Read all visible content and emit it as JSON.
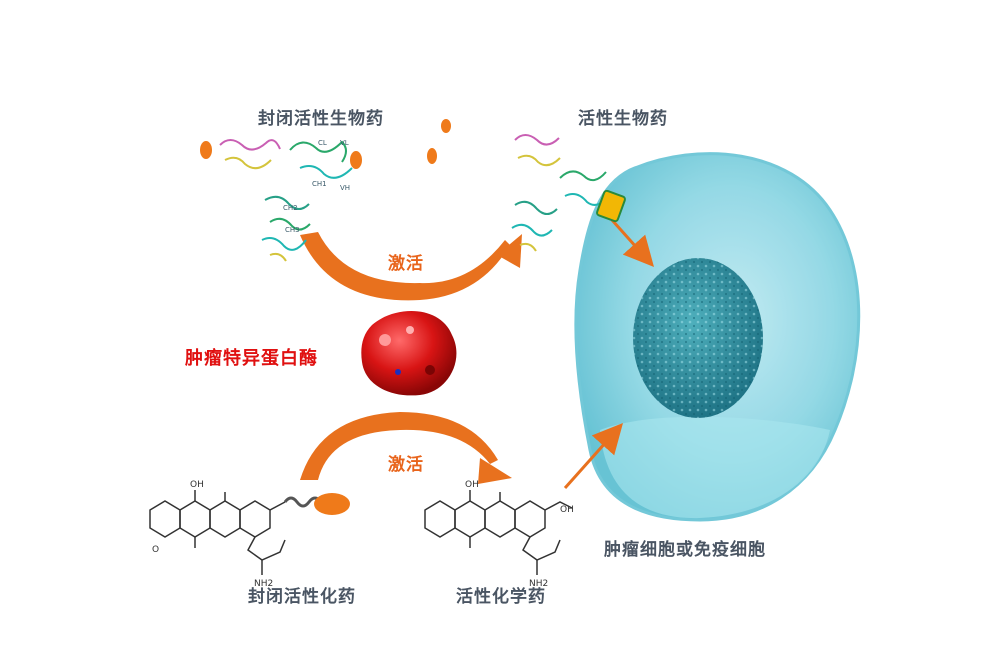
{
  "labels": {
    "masked_biologic": "封闭活性生物药",
    "active_biologic": "活性生物药",
    "activate_top": "激活",
    "tumor_enzyme": "肿瘤特异蛋白酶",
    "activate_bottom": "激活",
    "masked_chemical": "封闭活性化药",
    "active_chemical": "活性化学药",
    "target_cell": "肿瘤细胞或免疫细胞"
  },
  "molecule_annotations": {
    "oh_labels": [
      "OH",
      "OH",
      "OH"
    ],
    "methoxy": "O",
    "amine": "NH2",
    "antibody_domains": [
      "CL",
      "VL",
      "CH1",
      "VH",
      "CH2",
      "CH3"
    ]
  },
  "colors": {
    "arrow_orange": "#e8711e",
    "enzyme_red": "#e01010",
    "label_gray": "#4a5563",
    "cell_cyan": "#7fd3e0",
    "nucleus_teal": "#2f8fa0",
    "mask_orange": "#ef7a1a",
    "mask_yellow": "#f2b705"
  }
}
